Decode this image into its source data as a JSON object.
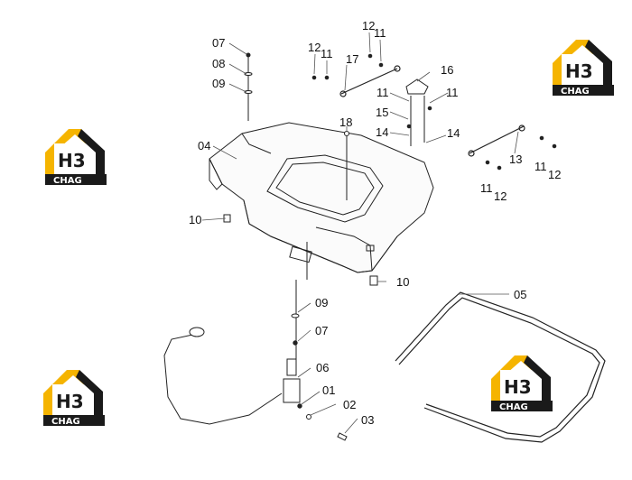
{
  "watermark": {
    "logo_letters": "H3",
    "logo_word": "CHAG",
    "brand_color": "#f5b400",
    "dark_color": "#1a1a1a"
  },
  "callouts": [
    {
      "id": "c-07-top",
      "text": "07"
    },
    {
      "id": "c-08",
      "text": "08"
    },
    {
      "id": "c-09-top",
      "text": "09"
    },
    {
      "id": "c-04",
      "text": "04"
    },
    {
      "id": "c-10-left",
      "text": "10"
    },
    {
      "id": "c-12-a",
      "text": "12"
    },
    {
      "id": "c-11-a",
      "text": "11"
    },
    {
      "id": "c-12-b",
      "text": "12"
    },
    {
      "id": "c-11-b",
      "text": "11"
    },
    {
      "id": "c-17",
      "text": "17"
    },
    {
      "id": "c-16",
      "text": "16"
    },
    {
      "id": "c-11-c",
      "text": "11"
    },
    {
      "id": "c-11-d",
      "text": "11"
    },
    {
      "id": "c-15",
      "text": "15"
    },
    {
      "id": "c-18",
      "text": "18"
    },
    {
      "id": "c-14-a",
      "text": "14"
    },
    {
      "id": "c-14-b",
      "text": "14"
    },
    {
      "id": "c-13",
      "text": "13"
    },
    {
      "id": "c-11-e",
      "text": "11"
    },
    {
      "id": "c-12-c",
      "text": "12"
    },
    {
      "id": "c-11-f",
      "text": "11"
    },
    {
      "id": "c-12-d",
      "text": "12"
    },
    {
      "id": "c-10-right",
      "text": "10"
    },
    {
      "id": "c-05",
      "text": "05"
    },
    {
      "id": "c-09-bottom",
      "text": "09"
    },
    {
      "id": "c-07-bottom",
      "text": "07"
    },
    {
      "id": "c-06",
      "text": "06"
    },
    {
      "id": "c-01",
      "text": "01"
    },
    {
      "id": "c-02",
      "text": "02"
    },
    {
      "id": "c-03",
      "text": "03"
    }
  ]
}
